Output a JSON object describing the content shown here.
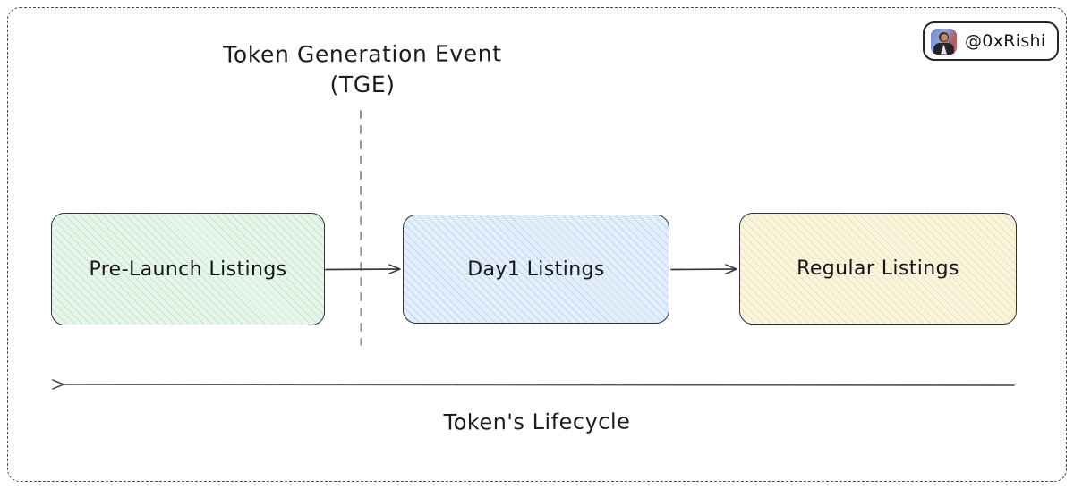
{
  "diagram": {
    "title_line1": "Token Generation Event",
    "title_line2": "(TGE)",
    "caption": "Token's Lifecycle",
    "nodes": [
      {
        "id": "pre-launch",
        "label": "Pre-Launch Listings",
        "fill": "#e7f6ea",
        "stroke": "#32323a"
      },
      {
        "id": "day1",
        "label": "Day1 Listings",
        "fill": "#e3eefb",
        "stroke": "#32323a"
      },
      {
        "id": "regular",
        "label": "Regular Listings",
        "fill": "#fbf4dd",
        "stroke": "#32323a"
      }
    ],
    "connectors": [
      {
        "id": "prelaunch-to-day1",
        "from": "pre-launch",
        "to": "day1",
        "direction": "right"
      },
      {
        "id": "day1-to-regular",
        "from": "day1",
        "to": "regular",
        "direction": "right"
      }
    ],
    "tge_divider": {
      "style": "dashed",
      "orientation": "vertical"
    },
    "lifecycle_arrow": {
      "direction": "left"
    },
    "frame": {
      "style": "dashed",
      "color": "#4a4a52"
    }
  },
  "watermark": {
    "handle": "@0xRishi",
    "avatar_name": "user-avatar-photo"
  }
}
